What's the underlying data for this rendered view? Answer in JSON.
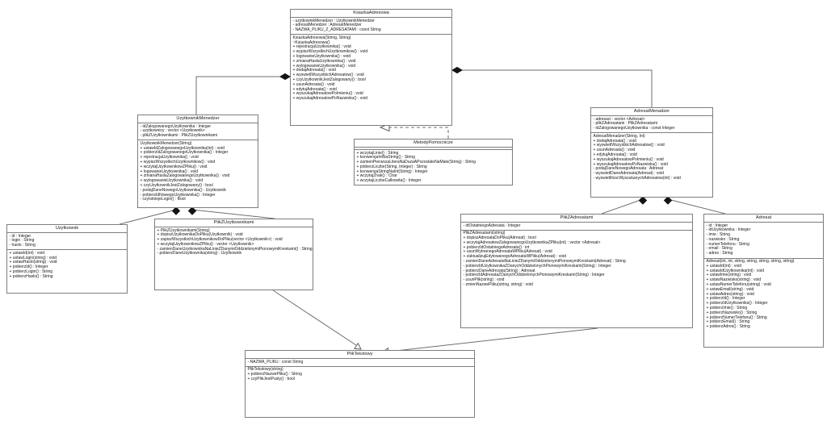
{
  "colors": {
    "background": "#ffffff",
    "box_border": "#7d7d7d",
    "text": "#141414",
    "line": "#6e6e6e"
  },
  "classes": {
    "ksiazka_adresowa": {
      "title": "KsiazkaAdresowa",
      "attributes": [
        "- uzytkownikMenedzer : UzytkownikMenedzer",
        "- adresatMenedzer : AdresatMenedzer",
        "- NAZWA_PLIKU_Z_ADRESATAMI : const String"
      ],
      "methods": [
        "KsiazkaAdresowa(String, String)",
        "~KsiazkaAdresowa()",
        "+ rejestracjaUzytkownika() : void",
        "+ wypiszWszystkichUzytkownikow() : void",
        "+ logowanieUzytkownika() : void",
        "+ zmianaHaslaUzytkownika() : void",
        "+ wylogowanieUzytkownika() : void",
        "+ dodajAdresata() : void",
        "+ wyswietlWszystkichAdresatow() : void",
        "+ czyUzytkownikJestZalogowany() : bool",
        "+ usunAdresata() : void",
        "+ edytujAdresata() : void",
        "+ wyszukajAdresatowPoImieniu() : void",
        "+ wyszukajAdresatowPoNazwisku() : void"
      ]
    },
    "uzytkownik_menedzer": {
      "title": "UzytkownikMenedzer",
      "attributes": [
        "- idZalogowanegoUzytkownika : Integer",
        "- uzytkownicy : vector <Uzytkownik>",
        "- plikZUzytkownikami : PlikZUzytkownikami"
      ],
      "methods": [
        "UzytkownikMenedzer(String)",
        "+ ustawIdZalogowanegoUzytkownika(int) : void",
        "+ pobierzIdZalogowanegoUzytkownika() : Integer",
        "+ rejestracjaUzytkownika() : void",
        "+ wypiszWszystkichUzytkownikow() : void",
        "+ wczytajUzytkownikowZPliku() : void",
        "+ logowanieUzytkownika() : void",
        "+ zmianaHaslaZalogowanegoUzytkownika() : void",
        "+ wylogowanieUzytkownika() : void",
        "+ czyUzytkownikJestZalogowany() : bool",
        "- podajDaneNowegoUzytkownika() : Uzytkownik",
        "- pobierzIdNowegoUzytkownika() : Integer",
        "- czyIstniejeLogin() : Bool"
      ]
    },
    "adresat_menadzer": {
      "title": "AdresatMenadzer",
      "attributes": [
        "- adresaci : vector <Adresat>",
        "- plikZAdresatami : PlikZAdresatami",
        "- idZalogowanegoUzytkownika : const Integer"
      ],
      "methods": [
        "AdresatMenadzer(String, Int)",
        "+ dodajAdresata() : void",
        "+ wyswietlWszystkichAdresatow() : void",
        "+ usunAdresata() : void",
        "+ edytujAdresata() : void",
        "+ wyszukajAdresatowPoImieniu() : void",
        "+ wyszukajAdresatowPoNazwisku() : void",
        "- podajDaneNowegoAdresata : Adresat",
        "- wyswietlDaneAdresata(Adresat) : void",
        "- wyswietlIloscWyszukanychAdresatow(int) : void"
      ]
    },
    "metody_pomocnicze": {
      "title": "MetodyPomocnicze",
      "attributes": [],
      "methods": [
        "+ wczytajLinie() : String",
        "+ konwersjaIntNaString() : String",
        "+ zamienPierwszaLiteraNaDuzaAPozostaleNaMale(String) : String",
        "+ pobierzLiczbe(String, Integer) : String",
        "+ konwersjaStringNaInt(String) : Integer",
        "+ wczytajZnak() : Char",
        "+ wczytajLiczbeCalkowita() : Integer"
      ]
    },
    "uzytkownik": {
      "title": "Uzytkownik",
      "attributes": [
        "- id : Integer",
        "- login : String",
        "- haslo : String"
      ],
      "methods": [
        "+ ustawId(int) : void",
        "+ ustawLogin(string) : void",
        "+ ustawHaslo(string) : void",
        "+ pobierzId() : Integer",
        "+ pobierzLogin() : String",
        "+ pobierzHaslo() : String"
      ]
    },
    "plik_z_uzytkownikami": {
      "title": "PlikZUzytkownikami",
      "methods": [
        "+ PlikZUzytkownikami(String)",
        "+ dopiszUzytkownikaDoPliku(Uzytkownik) : void",
        "+ zapiszWszystkichUzytkownikowDoPliku(vector <Uzytkownik>) : void",
        "+ wczytajUzytkownikowZPliku() : vector <Uzytkownik>",
        "- zamienDaneUzytkownikaNaLinieZDanymiOddzielonymiPionowymiKreskami() : String",
        "- pobierzDaneUzytkownika(string) : Uzytkownik"
      ]
    },
    "plik_z_adresatami": {
      "title": "PlikZAdresatami",
      "attributes": [
        "- idOstatniegoAdresata : Integer"
      ],
      "methods": [
        "PlikZAdresatami(string)",
        "+ dopiszAdresataDoPliku(Adresat) : bool",
        "+ wczytajAdresatowZalogowanegoUzytkownikaZPliku(int) : vector <Adresat>",
        "+ pobierzIdOstatniegoAdresata() : int",
        "+ usunWybranegoAdresataWPliku(Adresat) : void",
        "+ zaktualizujEdytowanegoAdresataWPliku(Adresat) : void",
        "- zamienDaneAdresataNaLinieZDanymiOddzielonymiPionowymiKreskami(Adresat) : String",
        "- pobierzIdUzytkownikaZDanychOddzielonychPionowymiKreskami(String) : Integer",
        "- pobierzDaneAdresata(String) : Adresat",
        "- pobierzIdAdresataZDanychOddzielonychPionowymiKreskami(String) : Integer",
        "- usunPlik(string) : void",
        "- zmienNazwePliku(string, string) : void"
      ]
    },
    "adresat": {
      "title": "Adresat",
      "attributes": [
        "- id : Integer",
        "- idUzytkownika : Integer",
        "- imie : String",
        "- nazwisko : String",
        "- numerTelefonu : String",
        "- email : String",
        "- adres : String"
      ],
      "methods": [
        "Adresat(int, int, string, string, string, string, string)",
        "+ ustawId(int) : void",
        "+ ustawIdUzytkownika(int) : void",
        "+ ustawImie(string) : void",
        "+ ustawNazwisko(string) : void",
        "+ ustawNumerTelefonu(string) : void",
        "+ ustawEmail(string) : void",
        "+ ustawAdres(string) : void",
        "+ pobierzId() : Integer",
        "+ pobierzIdUzytkownika() : Integer",
        "+ pobierzImie() : String",
        "+ pobierzNazwisko() : String",
        "+ pobierzNumerTelefonu() : String",
        "+ pobierzEmail() : String",
        "+ pobierzAdres() : String"
      ]
    },
    "plik_tekstowy": {
      "title": "PlikTekstowy",
      "attributes": [
        "- NAZWA_PLIKU : const String"
      ],
      "methods": [
        "PlikTekstowy(string)",
        "+ pobierzNazwePliku() : String",
        "+ czyPlikJestPusty() : bool"
      ]
    }
  },
  "relationships": [
    {
      "from": "KsiazkaAdresowa",
      "to": "UzytkownikMenedzer",
      "type": "composition"
    },
    {
      "from": "KsiazkaAdresowa",
      "to": "AdresatMenadzer",
      "type": "composition"
    },
    {
      "from": "MetodyPomocnicze",
      "to": "KsiazkaAdresowa",
      "type": "dashed-arrow"
    },
    {
      "from": "UzytkownikMenedzer",
      "to": "Uzytkownik",
      "type": "composition"
    },
    {
      "from": "UzytkownikMenedzer",
      "to": "PlikZUzytkownikami",
      "type": "composition"
    },
    {
      "from": "AdresatMenadzer",
      "to": "PlikZAdresatami",
      "type": "composition"
    },
    {
      "from": "AdresatMenadzer",
      "to": "Adresat",
      "type": "composition"
    },
    {
      "from": "PlikZUzytkownikami",
      "to": "PlikTekstowy",
      "type": "inheritance"
    },
    {
      "from": "PlikZAdresatami",
      "to": "PlikTekstowy",
      "type": "inheritance"
    }
  ]
}
